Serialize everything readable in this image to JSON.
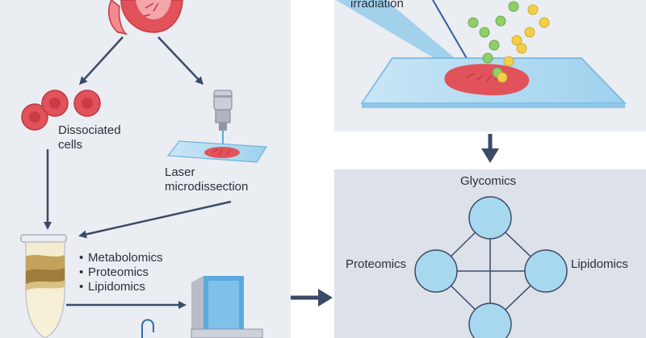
{
  "labels": {
    "dissociated": [
      "Dissociated",
      "cells"
    ],
    "laser": [
      "Laser",
      "microdissection"
    ],
    "irradiation": "irradiation",
    "glycomics": "Glycomics",
    "proteomics": "Proteomics",
    "lipidomics": "Lipidomics"
  },
  "omics_list": [
    "Metabolomics",
    "Proteomics",
    "Lipidomics"
  ],
  "colors": {
    "panel_bg": "#eaedf2",
    "panel_bg_dark": "#dde1ea",
    "arrow": "#3b4a66",
    "tissue_red": "#e2525b",
    "node_fill": "#a8d8f0",
    "node_stroke": "#3b4a66",
    "bead_green": "#8fcf6a",
    "bead_yellow": "#f1cf49"
  }
}
